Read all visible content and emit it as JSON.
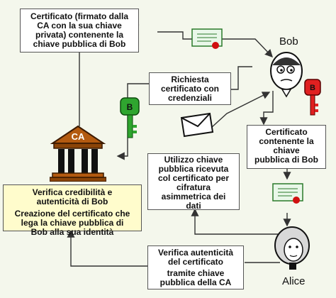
{
  "boxes": {
    "certificate_signed": [
      "Certificato (firmato dalla",
      "CA con la sua chiave",
      "privata) contenente la",
      "chiave pubblica di Bob"
    ],
    "request": [
      "Richiesta",
      "certificato con",
      "credenziali"
    ],
    "certificate_bob": [
      "Certificato",
      "contenente la",
      "chiave",
      "pubblica di Bob"
    ],
    "use_key": [
      "Utilizzo chiave",
      "pubblica ricevuta",
      "col certificato per",
      "cifratura",
      "asimmetrica dei",
      "dati"
    ],
    "verify_ca": [
      "Verifica credibilità e",
      "autenticità di Bob"
    ],
    "create_cert": [
      "Creazione del certificato che",
      "lega la chiave pubblica di",
      "Bob  alla sua identità"
    ],
    "verify_alice": [
      "Verifica autenticità",
      "del certificato",
      "tramite chiave",
      "pubblica della CA"
    ]
  },
  "names": {
    "bob": "Bob",
    "alice": "Alice"
  },
  "icons": {
    "ca_label": "CA",
    "key_label": "B"
  },
  "colors": {
    "yellow_box": "#fffccc",
    "key_green": "#2fa52f",
    "key_red": "#e02020",
    "building": "#b35a10",
    "arrow": "#333333"
  }
}
